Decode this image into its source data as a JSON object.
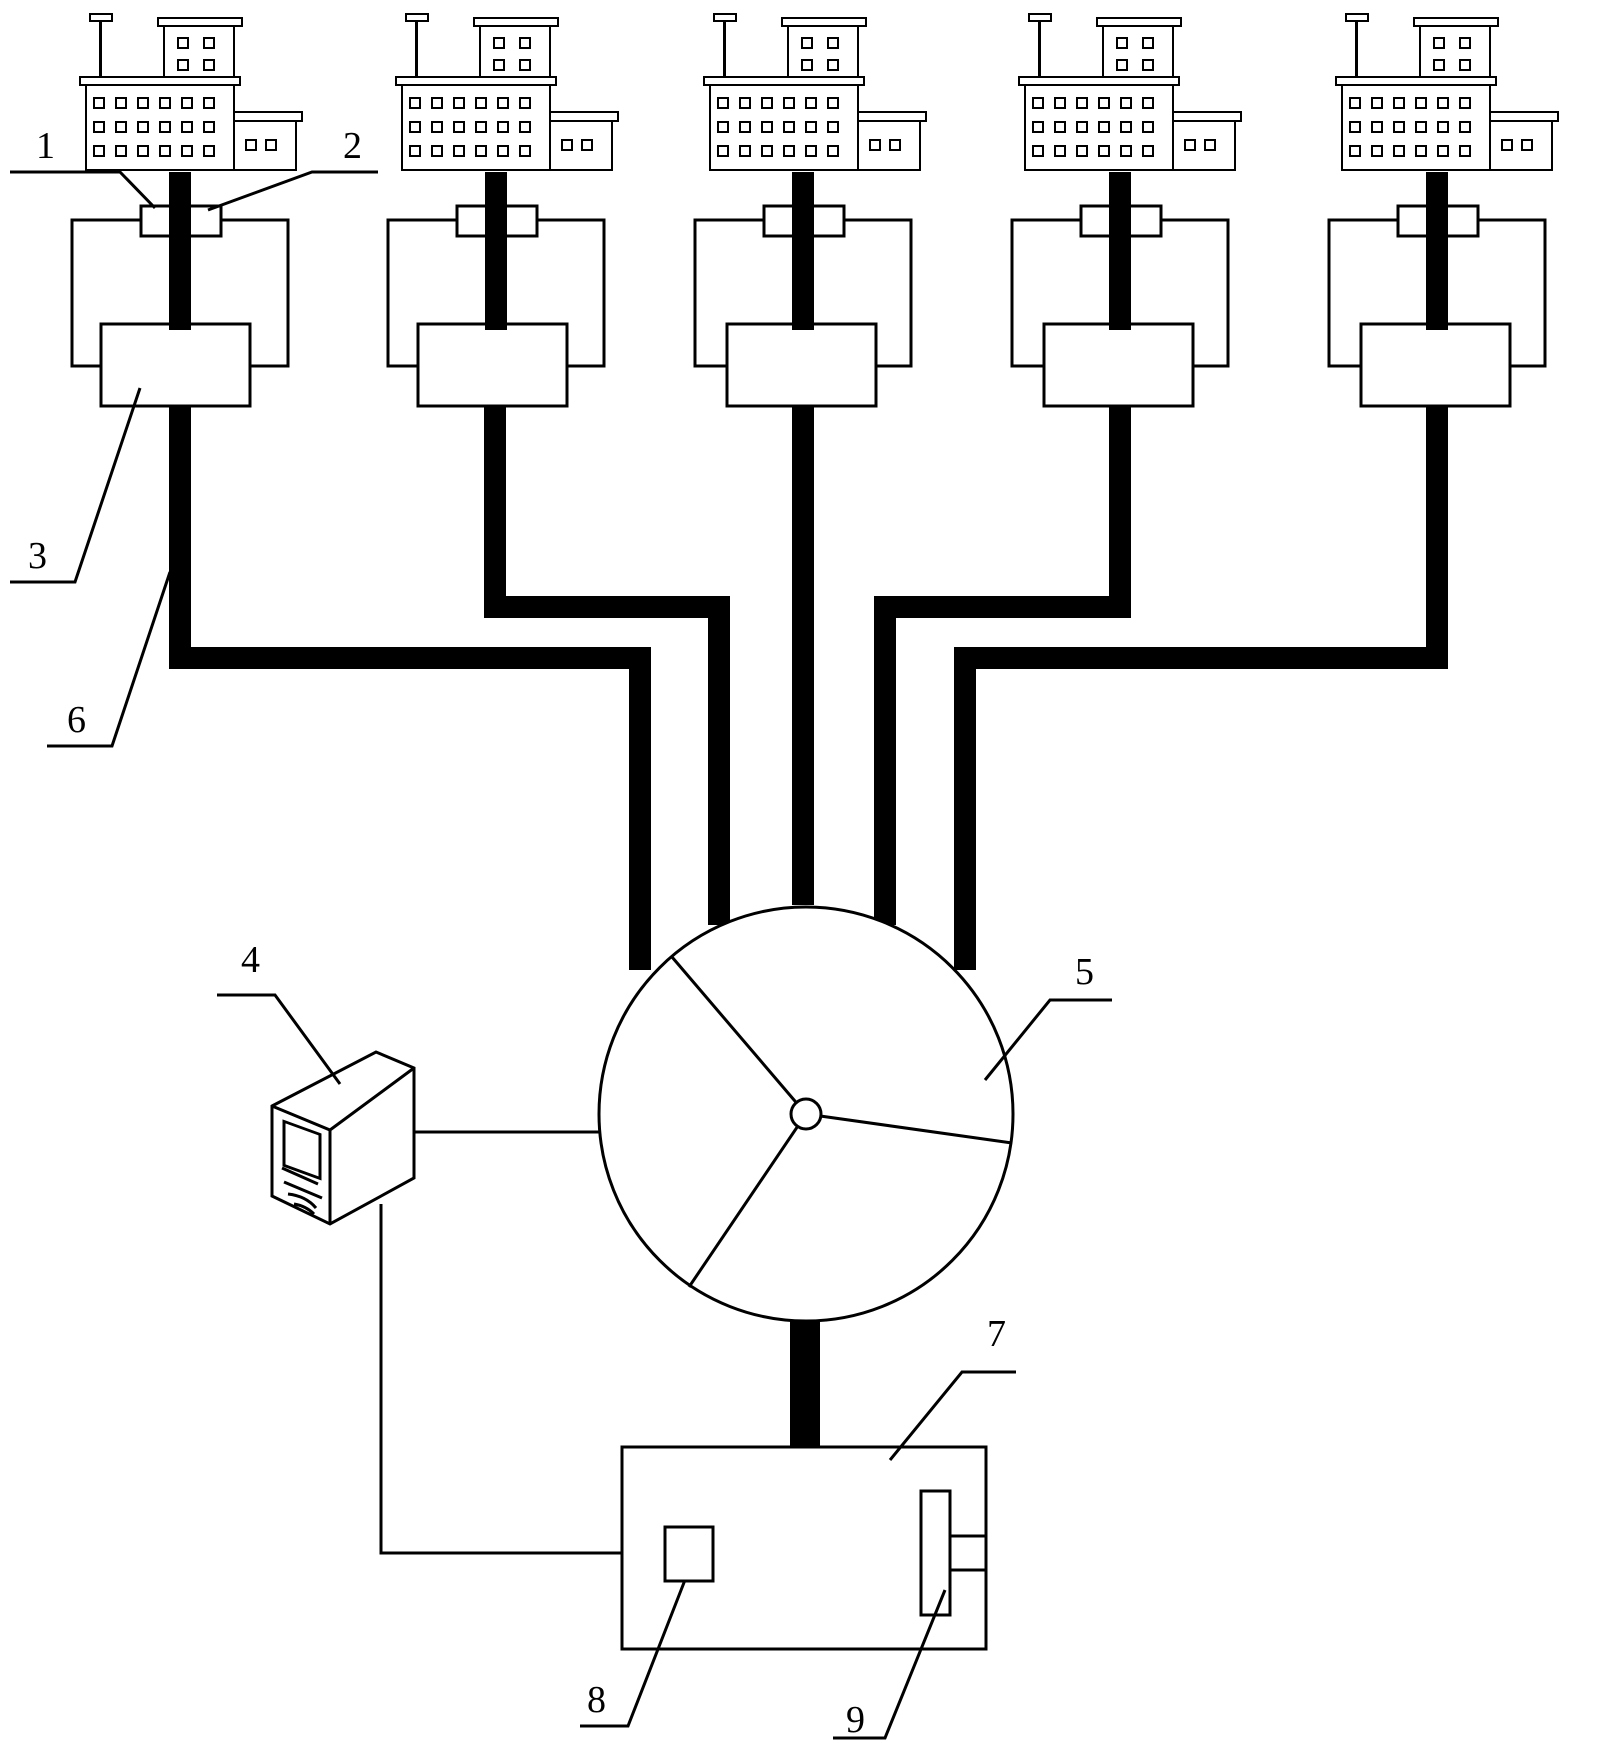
{
  "diagram": {
    "building_count": 5,
    "labels": [
      {
        "id": "label-1",
        "text": "1"
      },
      {
        "id": "label-2",
        "text": "2"
      },
      {
        "id": "label-3",
        "text": "3"
      },
      {
        "id": "label-4",
        "text": "4"
      },
      {
        "id": "label-5",
        "text": "5"
      },
      {
        "id": "label-6",
        "text": "6"
      },
      {
        "id": "label-7",
        "text": "7"
      },
      {
        "id": "label-8",
        "text": "8"
      },
      {
        "id": "label-9",
        "text": "9"
      }
    ],
    "colors": {
      "line": "#000000",
      "background": "#ffffff"
    }
  }
}
